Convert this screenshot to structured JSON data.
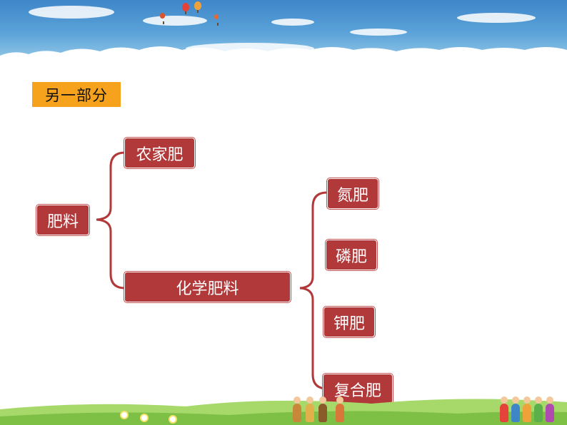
{
  "title": "另一部分",
  "diagram": {
    "root": "肥料",
    "level1": [
      "农家肥",
      "化学肥料"
    ],
    "chemical_types": [
      "氮肥",
      "磷肥",
      "钾肥",
      "复合肥"
    ]
  },
  "colors": {
    "node": "#b2393a",
    "connector": "#b2393a",
    "tag": "#f7a21d",
    "sky": "#4a90d0",
    "grass": "#8ccc4a"
  }
}
